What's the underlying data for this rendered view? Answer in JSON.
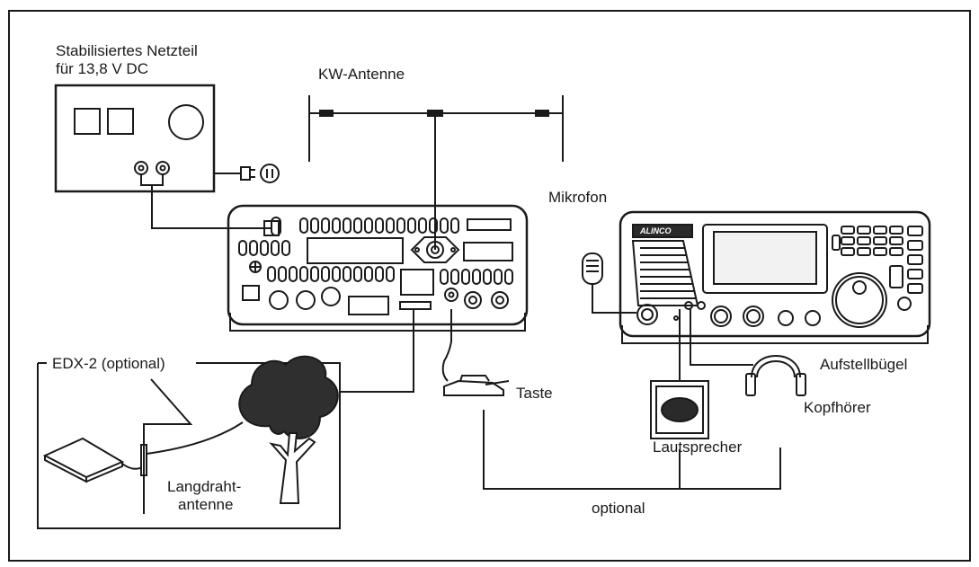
{
  "labels": {
    "netzteil_line1": "Stabilisiertes Netzteil",
    "netzteil_line2": "für 13,8 V DC",
    "kw_antenne": "KW-Antenne",
    "mikrofon": "Mikrofon",
    "edx2": "EDX-2 (optional)",
    "taste": "Taste",
    "aufstellbuegel": "Aufstellbügel",
    "kopfhoerer": "Kopfhörer",
    "lautsprecher": "Lautsprecher",
    "langdraht_line1": "Langdraht-",
    "langdraht_line2": "antenne",
    "optional": "optional",
    "radio_brand": "ALINCO"
  },
  "colors": {
    "line": "#1a1a1a",
    "background": "#ffffff",
    "fill_light": "#f2f2f2",
    "fill_dark": "#2a2a2a"
  }
}
